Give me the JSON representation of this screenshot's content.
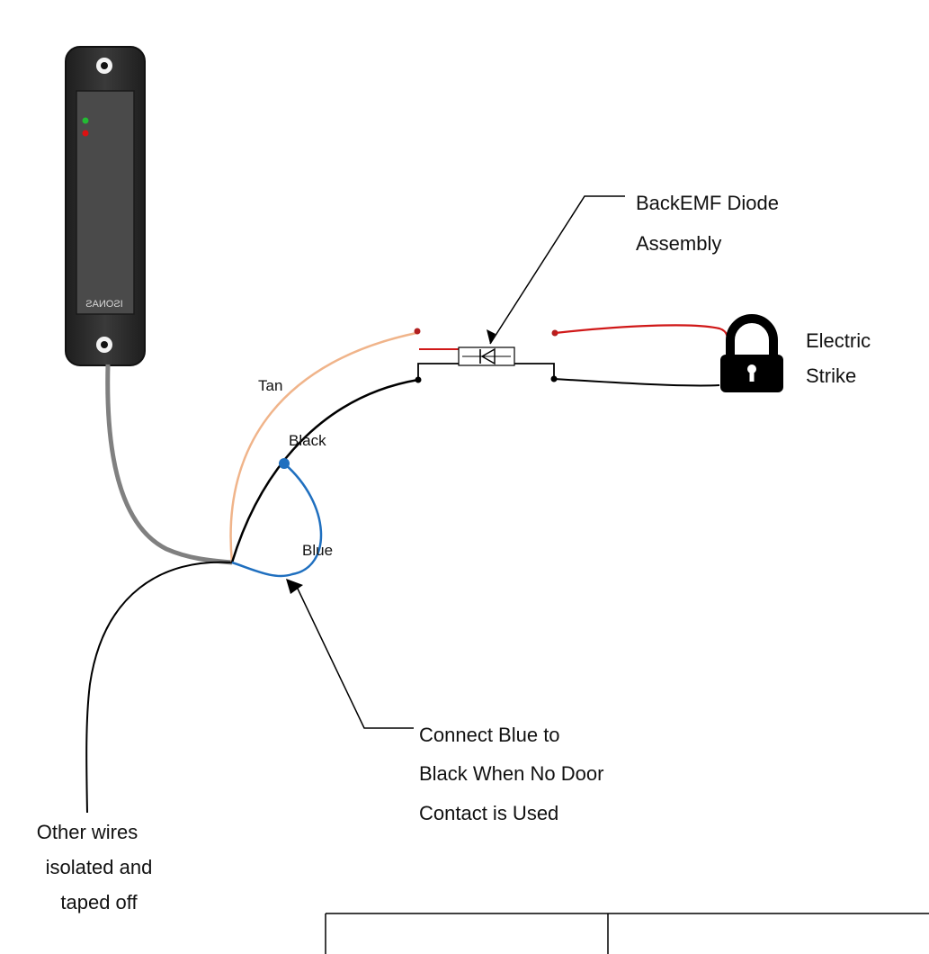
{
  "reader": {
    "brand": "ISONAS"
  },
  "wires": {
    "tan": "Tan",
    "black": "Black",
    "blue": "Blue"
  },
  "callouts": {
    "diode_line1": "BackEMF Diode",
    "diode_line2": "Assembly",
    "strike_line1": "Electric",
    "strike_line2": "Strike",
    "connect_line1": "Connect Blue to",
    "connect_line2": "Black When No Door",
    "connect_line3": "Contact is Used",
    "other_line1": "Other wires",
    "other_line2": "isolated and",
    "other_line3": "taped off"
  },
  "colors": {
    "tan_wire": "#f0b48a",
    "black_wire": "#000000",
    "blue_wire": "#1f6fbf",
    "red_wire": "#d01818",
    "gray_cable": "#808080",
    "reader_body": "#2e2e2e",
    "led_green": "#22bb33",
    "led_red": "#dd1111"
  },
  "icons": [
    "padlock-icon",
    "diode-icon",
    "led-green-icon",
    "led-red-icon"
  ]
}
